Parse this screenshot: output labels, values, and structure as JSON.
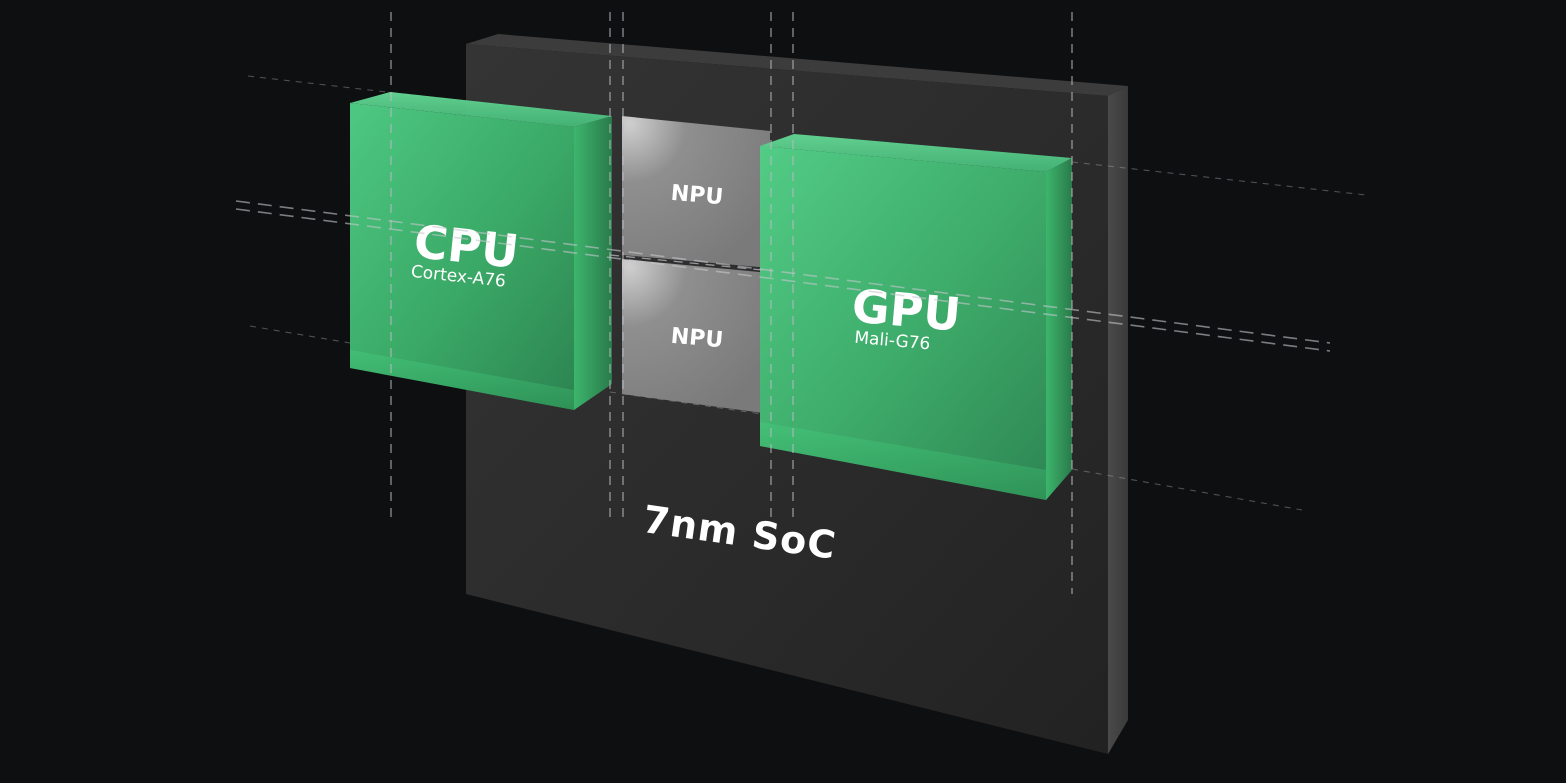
{
  "diagram": {
    "soc_label": "7nm SoC",
    "cpu": {
      "title": "CPU",
      "subtitle": "Cortex-A76"
    },
    "gpu": {
      "title": "GPU",
      "subtitle": "Mali-G76"
    },
    "npu_top": {
      "title": "NPU"
    },
    "npu_bottom": {
      "title": "NPU"
    }
  },
  "colors": {
    "background": "#0e0f11",
    "board": "#2b2b2b",
    "accent_green": "#3fbf72",
    "npu_gray": "#8a8a8a",
    "text": "#ffffff"
  }
}
